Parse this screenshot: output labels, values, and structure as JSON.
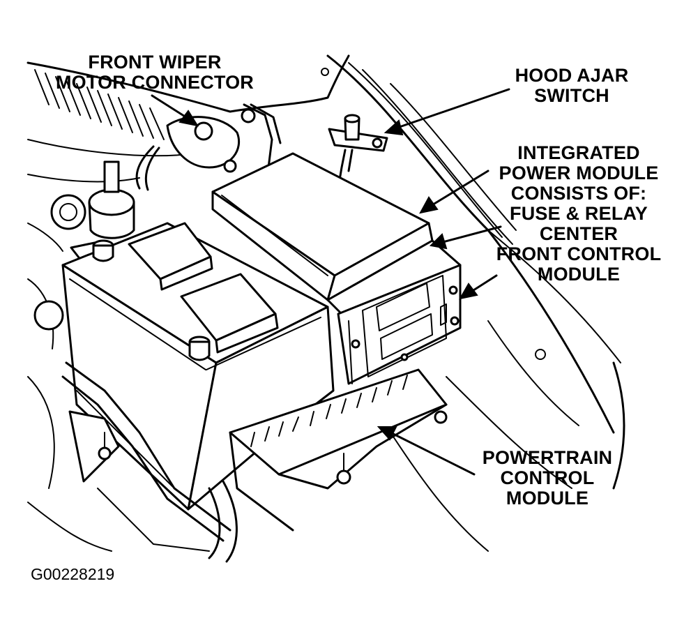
{
  "labels": {
    "wiper": [
      "FRONT WIPER",
      "MOTOR CONNECTOR"
    ],
    "hood": [
      "HOOD AJAR",
      "SWITCH"
    ],
    "ipm": [
      "INTEGRATED",
      "POWER MODULE",
      "CONSISTS OF:",
      "FUSE & RELAY",
      "CENTER",
      "FRONT CONTROL",
      "MODULE"
    ],
    "pcm": [
      "POWERTRAIN",
      "CONTROL",
      "MODULE"
    ]
  },
  "figure_id": "G00228219"
}
